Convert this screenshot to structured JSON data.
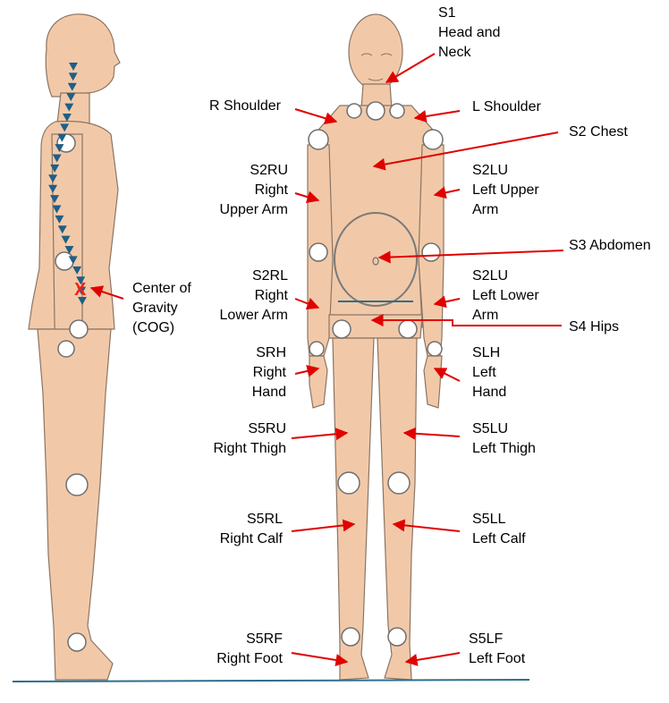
{
  "colors": {
    "skin": "#f2c9a8",
    "skin_outline": "#8a7565",
    "joint_fill": "#ffffff",
    "joint_ring": "#6f6f6f",
    "arrow": "#e00000",
    "spine_marker": "#1f5f85",
    "ground": "#2e6f8e",
    "cog_mark": "#ff1a1a"
  },
  "cog": {
    "mark": "X",
    "label_lines": [
      "Center   of",
      "Gravity",
      "(COG)"
    ]
  },
  "segments": [
    {
      "id": "s1",
      "align": "l",
      "lines": [
        "S1",
        "Head and",
        "Neck"
      ]
    },
    {
      "id": "r-shoulder",
      "align": "r",
      "lines": [
        "R Shoulder"
      ]
    },
    {
      "id": "l-shoulder",
      "align": "l",
      "lines": [
        "L Shoulder"
      ]
    },
    {
      "id": "s2-chest",
      "align": "l",
      "lines": [
        "S2 Chest"
      ]
    },
    {
      "id": "s2ru",
      "align": "r",
      "lines": [
        "S2RU",
        "Right",
        "Upper Arm"
      ]
    },
    {
      "id": "s2lu-upper",
      "align": "l",
      "lines": [
        "S2LU",
        "Left  Upper",
        "Arm"
      ]
    },
    {
      "id": "s3-abdomen",
      "align": "l",
      "lines": [
        "S3 Abdomen"
      ]
    },
    {
      "id": "s2rl",
      "align": "r",
      "lines": [
        "S2RL",
        "Right",
        "Lower Arm"
      ]
    },
    {
      "id": "s2lu-lower",
      "align": "l",
      "lines": [
        "S2LU",
        "Left  Lower",
        "Arm"
      ]
    },
    {
      "id": "s4-hips",
      "align": "l",
      "lines": [
        "S4 Hips"
      ]
    },
    {
      "id": "srh",
      "align": "r",
      "lines": [
        "SRH",
        "Right",
        "Hand"
      ]
    },
    {
      "id": "slh",
      "align": "l",
      "lines": [
        "SLH",
        "Left",
        "Hand"
      ]
    },
    {
      "id": "s5ru",
      "align": "r",
      "lines": [
        "S5RU",
        "Right Thigh"
      ]
    },
    {
      "id": "s5lu",
      "align": "l",
      "lines": [
        "S5LU",
        "Left Thigh"
      ]
    },
    {
      "id": "s5rl",
      "align": "r",
      "lines": [
        "S5RL",
        "Right Calf"
      ]
    },
    {
      "id": "s5ll",
      "align": "l",
      "lines": [
        "S5LL",
        "Left Calf"
      ]
    },
    {
      "id": "s5rf",
      "align": "r",
      "lines": [
        "S5RF",
        "Right Foot"
      ]
    },
    {
      "id": "s5lf",
      "align": "l",
      "lines": [
        "S5LF",
        "Left Foot"
      ]
    }
  ]
}
